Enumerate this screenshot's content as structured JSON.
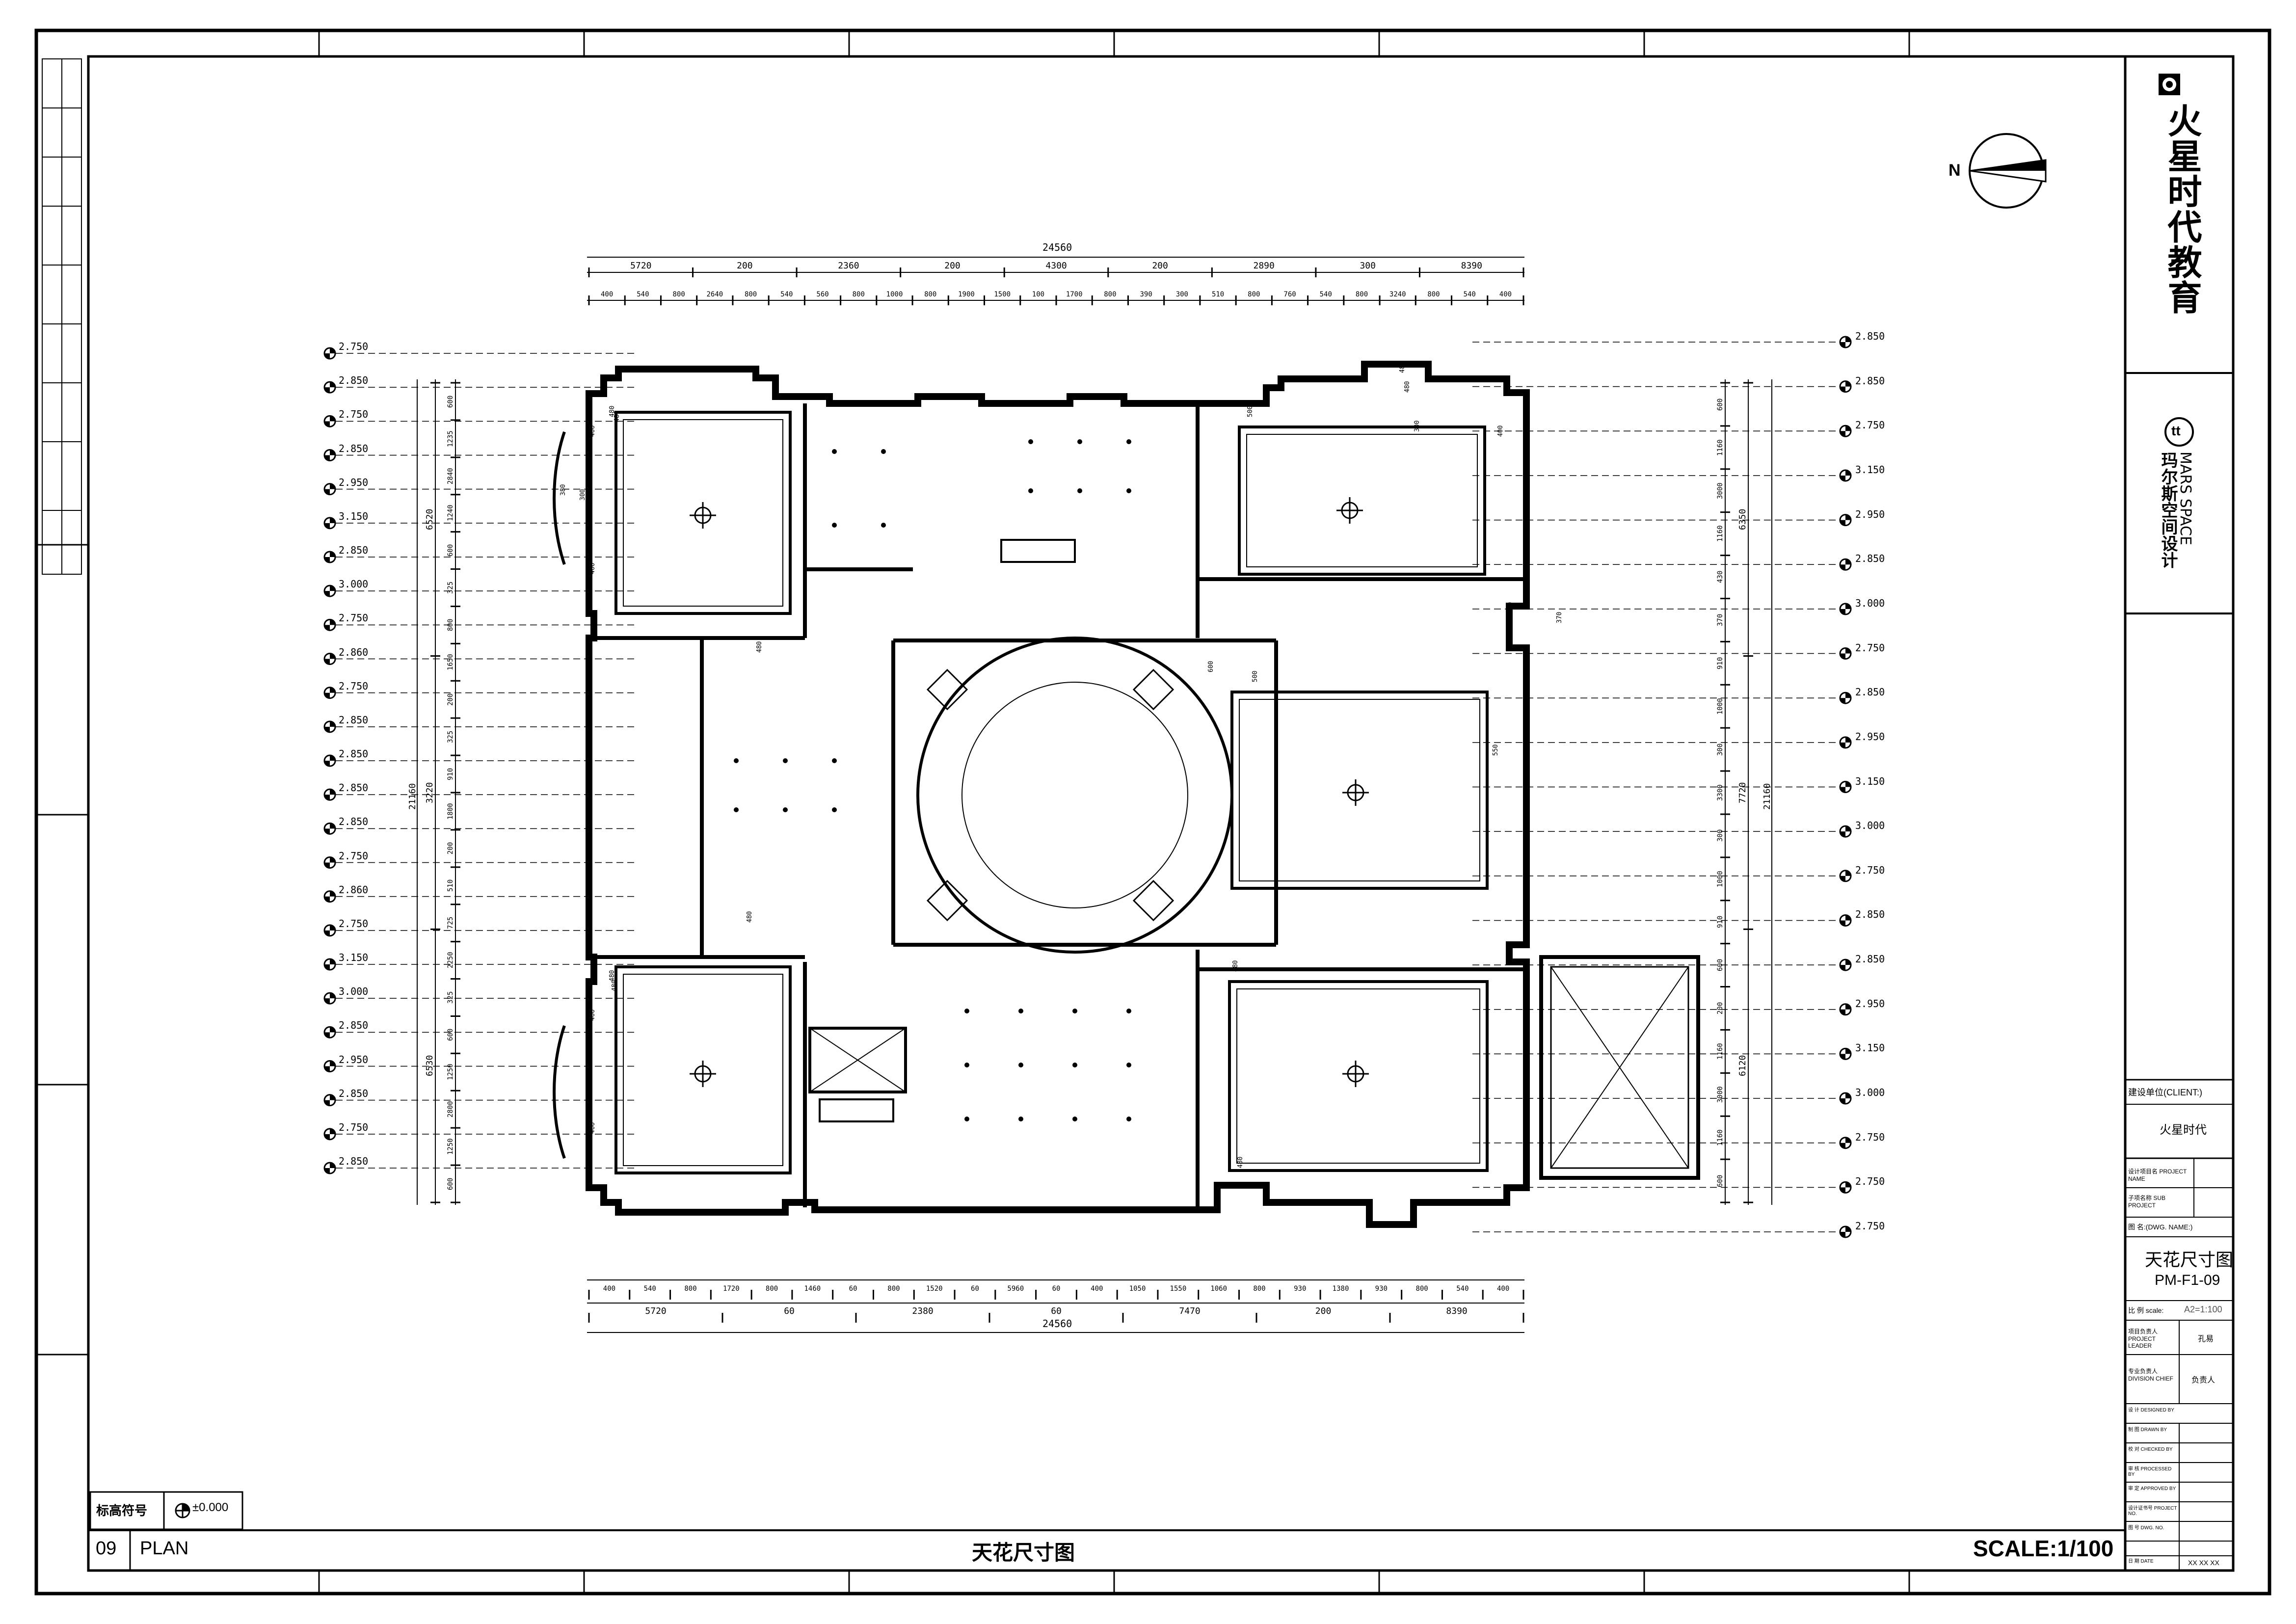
{
  "sheet": {
    "drawing_title": "天花尺寸图",
    "sheet_no": "09",
    "view_label": "PLAN",
    "scale_label": "SCALE:1/100",
    "north_label": "N",
    "legend": {
      "label": "标高符号",
      "value": "±0.000"
    }
  },
  "title_block": {
    "company_name": "火星时代教育",
    "studio_name": "玛尔斯空间设计",
    "studio_name_en": "MARS SPACE",
    "studio_logo_text": "tt",
    "client_label": "建设单位(CLIENT:)",
    "client_value": "火星时代",
    "project_name_label": "设计项目名 PROJECT NAME",
    "sub_project_label": "子项名称 SUB PROJECT",
    "drawing_name_label": "图 名:(DWG. NAME:)",
    "drawing_name_value": "天花尺寸图",
    "drawing_no": "PM-F1-09",
    "scale_label": "比 例 scale:",
    "scale_value": "A2=1:100",
    "project_leader_label": "项目负责人 PROJECT LEADER",
    "project_leader_value": "孔易",
    "division_chief_label": "专业负责人 DIVISION CHIEF",
    "division_chief_value": "负责人",
    "designed_by_label": "设 计 DESIGNED BY",
    "drawn_by_label": "制 图 DRAWN BY",
    "checked_by_label": "校 对 CHECKED BY",
    "processed_by_label": "审 核 PROCESSED BY",
    "approved_by_label": "审 定 APPROVED BY",
    "project_no_label": "设计证书号 PROJECT NO.",
    "dwg_no_label": "图 号 DWG. NO.",
    "date_label": "日 期 DATE",
    "date_value": "XX XX XX"
  },
  "dimensions": {
    "top_total": "24560",
    "top_major": [
      "5720",
      "200",
      "2360",
      "200",
      "4300",
      "200",
      "2890",
      "300",
      "8390"
    ],
    "top_minor": [
      "400",
      "540",
      "800",
      "2640",
      "800",
      "540",
      "560",
      "800",
      "1000",
      "800",
      "1900",
      "1500",
      "100",
      "1700",
      "800",
      "390",
      "300",
      "510",
      "800",
      "760",
      "540",
      "800",
      "3240",
      "800",
      "540",
      "400"
    ],
    "bottom_total": "24560",
    "bottom_major": [
      "5720",
      "60",
      "2380",
      "60",
      "7470",
      "200",
      "8390"
    ],
    "bottom_minor": [
      "400",
      "540",
      "800",
      "1720",
      "800",
      "1460",
      "60",
      "800",
      "1520",
      "60",
      "5960",
      "60",
      "400",
      "1050",
      "1550",
      "1060",
      "800",
      "930",
      "1380",
      "930",
      "800",
      "540",
      "400"
    ],
    "left_total": "21160",
    "left_major": [
      "6520",
      "3220",
      "6530"
    ],
    "left_minor": [
      "600",
      "1235",
      "2840",
      "1240",
      "600",
      "325",
      "800",
      "1650",
      "200",
      "325",
      "910",
      "1800",
      "200",
      "510",
      "725",
      "2250",
      "325",
      "600",
      "1250",
      "2800",
      "1250",
      "600"
    ],
    "right_total": "21160",
    "right_major": [
      "6350",
      "7720",
      "6120"
    ],
    "right_minor": [
      "600",
      "1160",
      "3000",
      "1160",
      "430",
      "370",
      "910",
      "1000",
      "300",
      "3300",
      "300",
      "1000",
      "910",
      "600",
      "200",
      "1160",
      "3000",
      "1160",
      "600"
    ],
    "inner_labels": [
      "400",
      "400",
      "480",
      "500",
      "300",
      "380",
      "300",
      "480",
      "480",
      "480",
      "400",
      "400",
      "400",
      "480",
      "600",
      "600",
      "550",
      "480",
      "480",
      "480",
      "480",
      "370",
      "500",
      "480"
    ]
  },
  "elevations": {
    "left": [
      "2.750",
      "2.850",
      "2.750",
      "2.850",
      "2.950",
      "3.150",
      "2.850",
      "3.000",
      "2.750",
      "2.860",
      "2.750",
      "2.850",
      "2.850",
      "2.850",
      "2.850",
      "2.750",
      "2.860",
      "2.750",
      "3.150",
      "3.000",
      "2.850",
      "2.950",
      "2.850",
      "2.750",
      "2.850"
    ],
    "right": [
      "2.850",
      "2.850",
      "2.750",
      "3.150",
      "2.950",
      "2.850",
      "3.000",
      "2.750",
      "2.850",
      "2.950",
      "3.150",
      "3.000",
      "2.750",
      "2.850",
      "2.850",
      "2.950",
      "3.150",
      "3.000",
      "2.750",
      "2.750",
      "2.750"
    ]
  }
}
